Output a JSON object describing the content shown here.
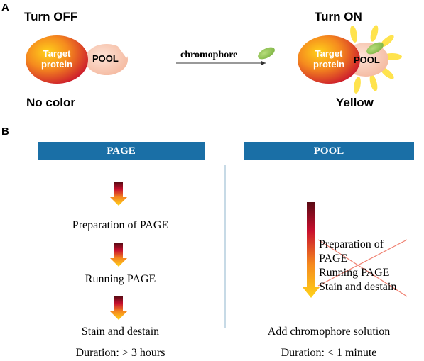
{
  "panel_a": {
    "letter": "A",
    "off": {
      "title": "Turn OFF",
      "protein_line1": "Target",
      "protein_line2": "protein",
      "tag": "POOL",
      "result": "No color"
    },
    "on": {
      "title": "Turn ON",
      "protein_line1": "Target",
      "protein_line2": "protein",
      "tag": "POOL",
      "result": "Yellow"
    },
    "reagent": "chromophore",
    "colors": {
      "ray": "#ffe34d",
      "chromophore": "#8fc24a",
      "pool_tag": "#f8c9b4"
    }
  },
  "panel_b": {
    "letter": "B",
    "page": {
      "header": "PAGE",
      "steps": [
        "Preparation of  PAGE",
        "Running PAGE",
        "Stain and destain"
      ],
      "duration": "Duration: > 3 hours"
    },
    "pool": {
      "header": "POOL",
      "crossed_lines": [
        "Preparation of",
        "PAGE",
        "Running PAGE",
        "Stain and destain"
      ],
      "step": "Add chromophore solution",
      "duration": "Duration: < 1 minute"
    },
    "colors": {
      "header_bar": "#1a6fa6",
      "divider": "#8fb6cc",
      "cross": "#f08070"
    }
  }
}
